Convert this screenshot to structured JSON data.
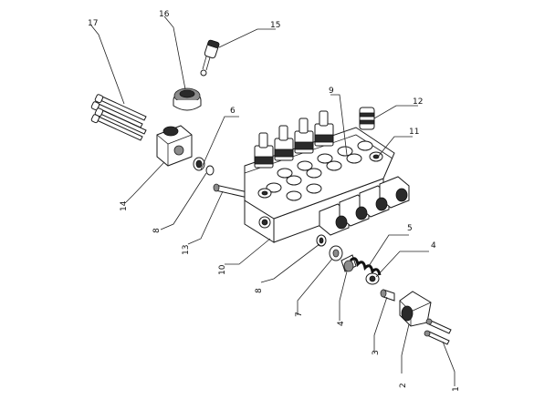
{
  "callouts": [
    {
      "id": "c1",
      "label": "1"
    },
    {
      "id": "c2",
      "label": "2"
    },
    {
      "id": "c3",
      "label": "3"
    },
    {
      "id": "c4a",
      "label": "4"
    },
    {
      "id": "c4b",
      "label": "4"
    },
    {
      "id": "c5",
      "label": "5"
    },
    {
      "id": "c6",
      "label": "6"
    },
    {
      "id": "c7",
      "label": "7"
    },
    {
      "id": "c8a",
      "label": "8"
    },
    {
      "id": "c8b",
      "label": "8"
    },
    {
      "id": "c9",
      "label": "9"
    },
    {
      "id": "c10",
      "label": "10"
    },
    {
      "id": "c11",
      "label": "11"
    },
    {
      "id": "c12",
      "label": "12"
    },
    {
      "id": "c13",
      "label": "13"
    },
    {
      "id": "c14",
      "label": "14"
    },
    {
      "id": "c15",
      "label": "15"
    },
    {
      "id": "c16",
      "label": "16"
    },
    {
      "id": "c17",
      "label": "17"
    }
  ]
}
